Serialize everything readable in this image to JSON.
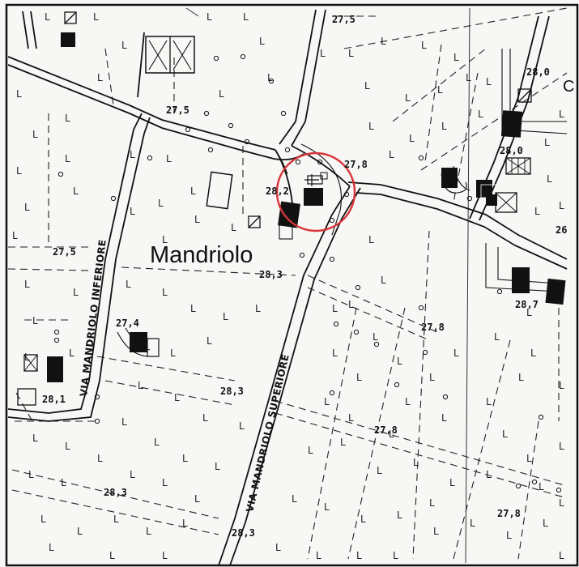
{
  "map": {
    "place_name": "Mandriolo",
    "edge_letter": "C",
    "roads": [
      {
        "id": "inferiore",
        "label": "VIA MANDRIOLO INFERIORE"
      },
      {
        "id": "superiore",
        "label": "VIA MANDRIOLO SUPERIORE"
      }
    ],
    "elevations": [
      "27,5",
      "27,5",
      "27,8",
      "28,0",
      "28,0",
      "28,2",
      "28,3",
      "27,5",
      "27,4",
      "28,1",
      "28,3",
      "27,8",
      "28,7",
      "26",
      "27,8",
      "28,3",
      "28,3",
      "27,8"
    ],
    "vegetation_symbol": "L",
    "highlight_color": "#d9333a",
    "line_color": "#111111"
  }
}
